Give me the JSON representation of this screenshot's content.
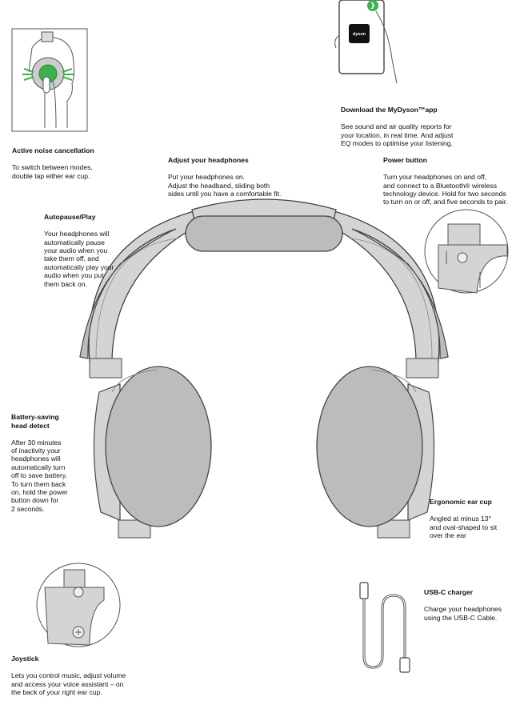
{
  "features": {
    "anc": {
      "title": "Active noise cancellation",
      "body": "To switch between modes,\ndouble tap either ear cup."
    },
    "app": {
      "title": "Download the MyDyson™app",
      "body": "See sound and air quality reports for\nyour location, in real time. And adjust\nEQ modes to optimise your listening."
    },
    "adjust": {
      "title": "Adjust your headphones",
      "body": "Put your headphones on.\nAdjust the headband, sliding both\nsides until you have a comfortable fit."
    },
    "power": {
      "title": "Power button",
      "body": "Turn your headphones on and off,\nand connect to a Bluetooth® wireless\ntechnology device. Hold for two seconds\nto turn on or off, and five seconds to pair."
    },
    "autopause": {
      "title": "Autopause/Play",
      "body": "Your headphones will\nautomatically pause\nyour audio when you\ntake them off, and\nautomatically play your\naudio when you put\nthem back on."
    },
    "battery": {
      "title": "Battery-saving\nhead detect",
      "body": "After 30 minutes\nof inactivity your\nheadphones will\nautomatically turn\noff to save battery.\nTo turn them back\non, hold the power\nbutton down for\n2 seconds."
    },
    "ergonomic": {
      "title": "Ergonomic ear cup",
      "body": "Angled at minus 13°\nand oval-shaped to sit\nover the ear"
    },
    "usbc": {
      "title": "USB-C charger",
      "body": "Charge your headphones\nusing the USB-C Cable."
    },
    "joystick": {
      "title": "Joystick",
      "body": "Lets you control music, adjust volume\nand access your voice assistant – on\nthe back of your right ear cup."
    }
  },
  "phone_logo": "dyson",
  "colors": {
    "accent_green": "#3db24a",
    "line": "#444444",
    "fill": "#d4d4d4",
    "cushion": "#bcbcbc"
  }
}
